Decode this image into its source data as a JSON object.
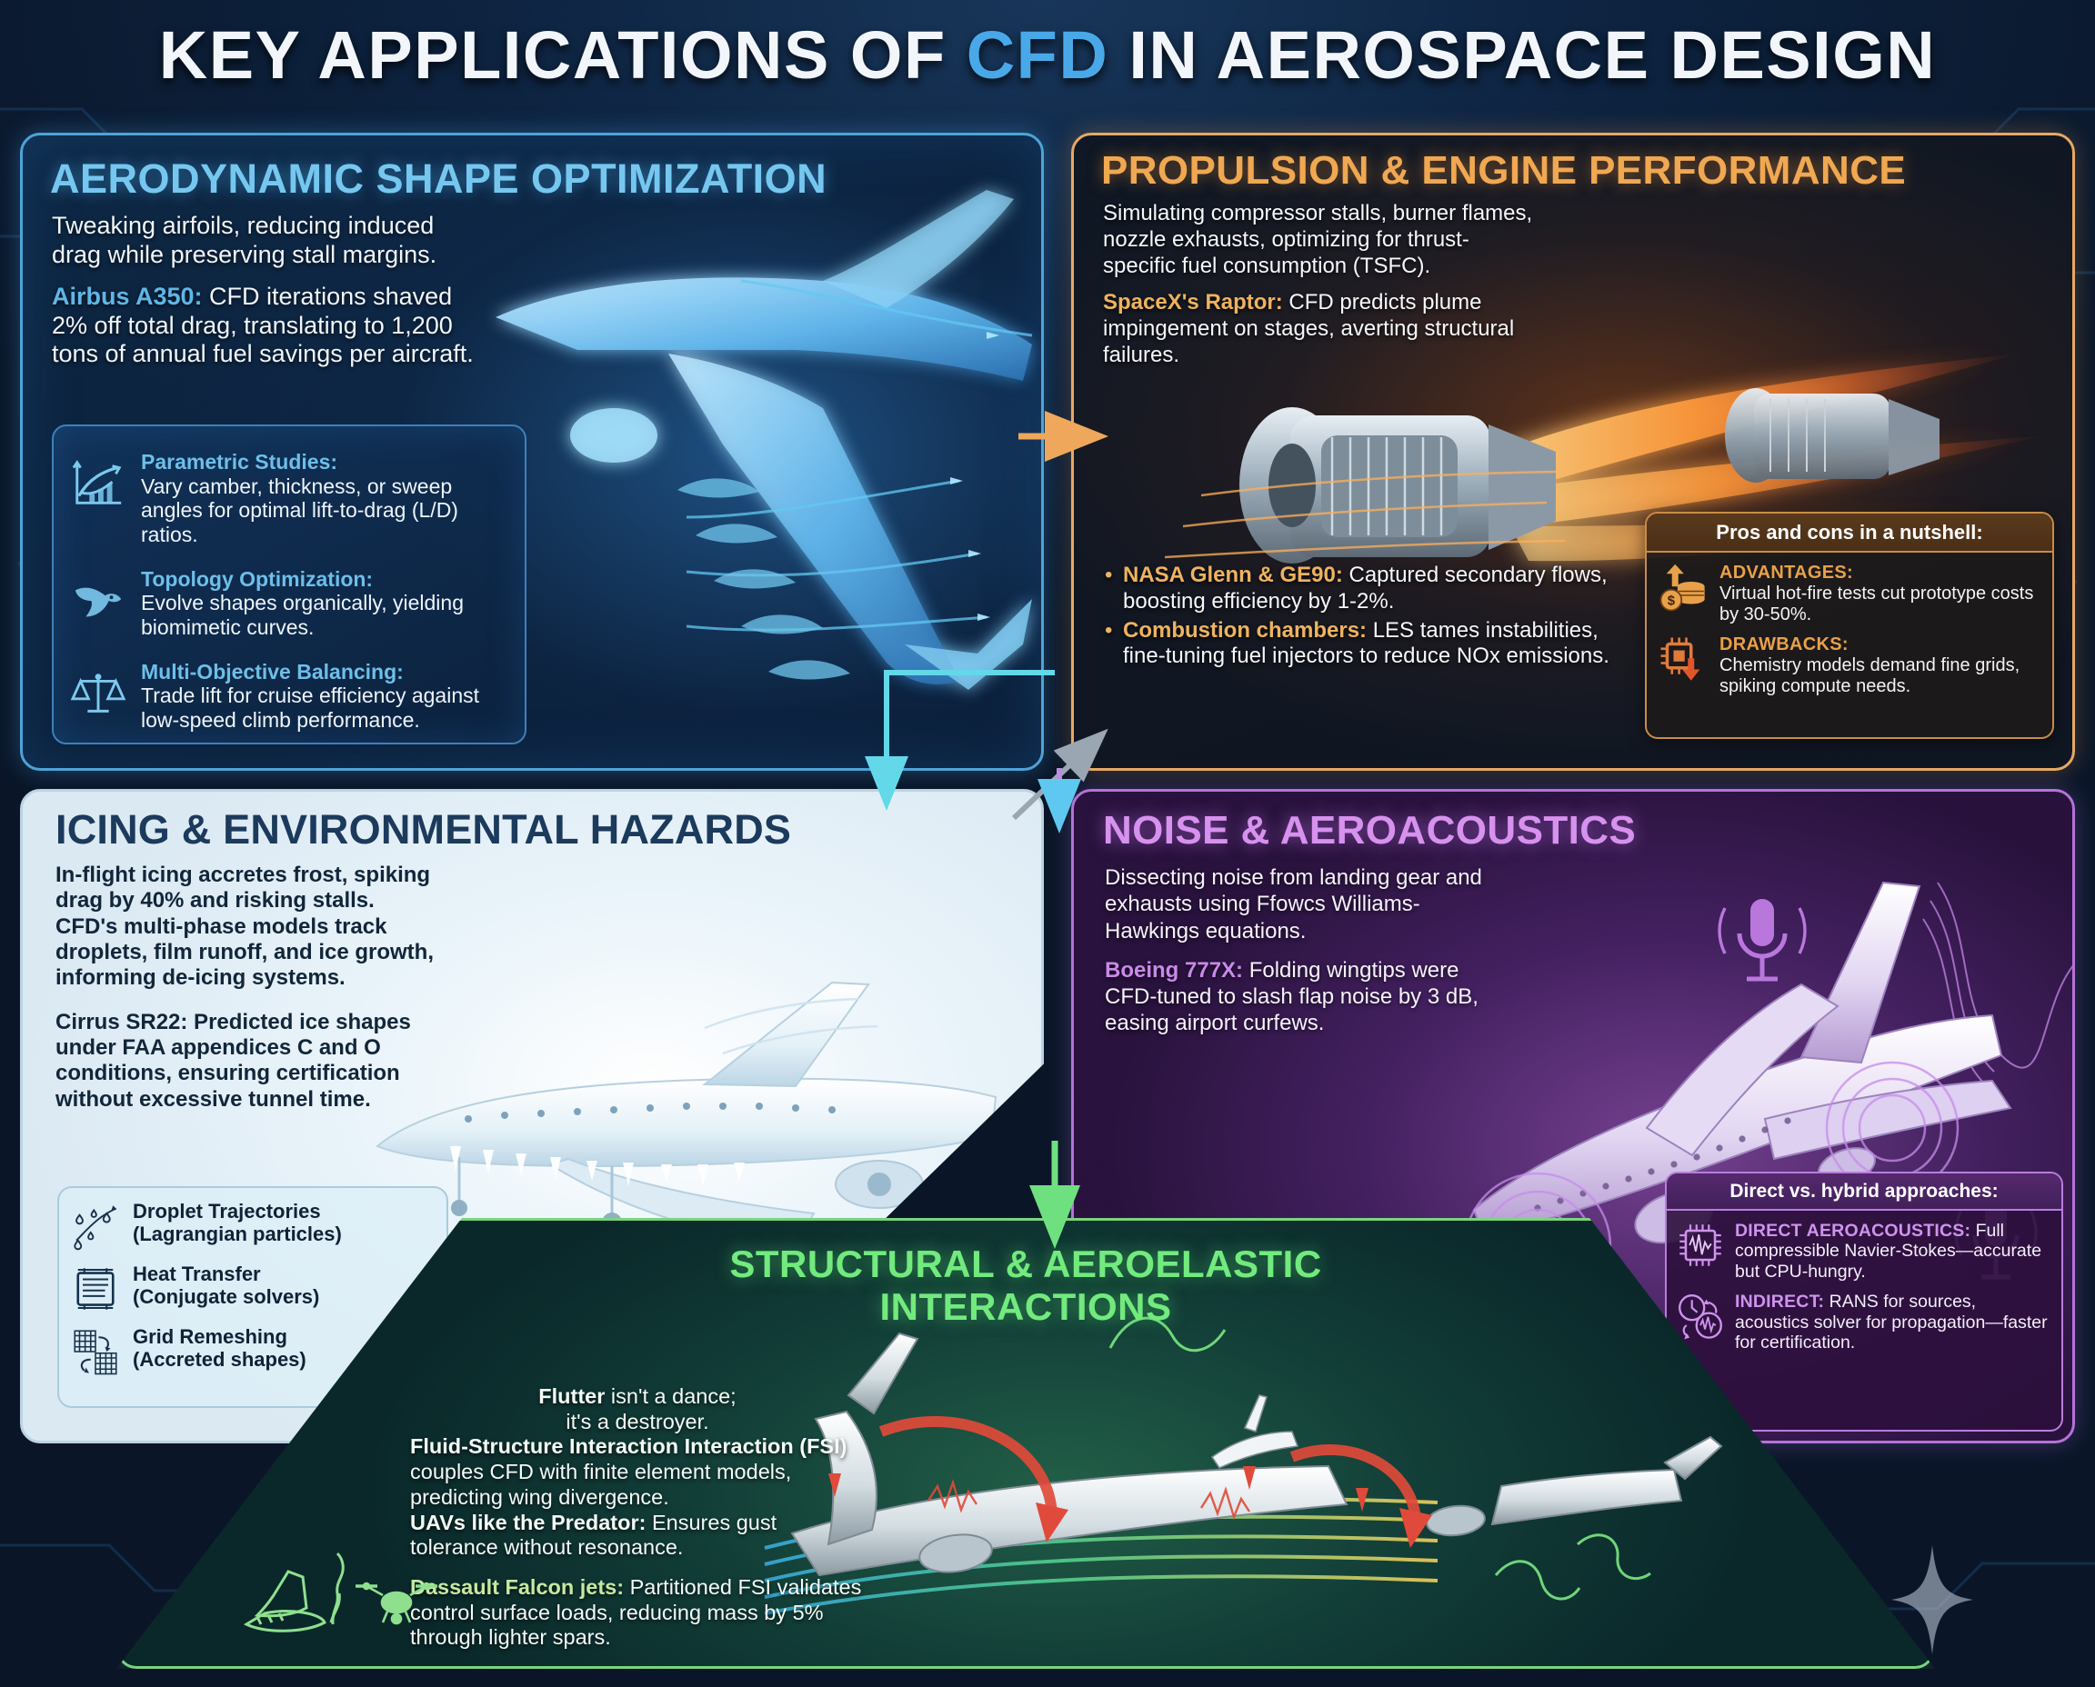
{
  "title": {
    "part1": "KEY APPLICATIONS OF ",
    "accent": "CFD",
    "part2": " IN AEROSPACE DESIGN",
    "accent_color": "#49a9e8"
  },
  "panels": {
    "aerodynamic": {
      "heading": "AERODYNAMIC SHAPE OPTIMIZATION",
      "heading_color": "#76c7f0",
      "intro": "Tweaking airfoils, reducing induced drag while preserving stall margins.",
      "example_lead": "Airbus A350:",
      "example_text": " CFD iterations shaved 2% off total drag, translating to 1,200 tons of annual fuel savings per aircraft.",
      "subitems": [
        {
          "icon": "growth-chart-icon",
          "label": "Parametric Studies:",
          "text": " Vary camber, thickness, or sweep angles for optimal lift-to-drag (L/D) ratios."
        },
        {
          "icon": "bird-icon",
          "label": "Topology Optimization:",
          "text": " Evolve shapes organically, yielding biomimetic curves."
        },
        {
          "icon": "scales-icon",
          "label": "Multi-Objective Balancing:",
          "text": " Trade lift for cruise efficiency against low-speed climb performance."
        }
      ]
    },
    "propulsion": {
      "heading": "PROPULSION & ENGINE PERFORMANCE",
      "heading_color": "#f0a851",
      "intro": "Simulating compressor stalls, burner flames, nozzle exhausts, optimizing for thrust-specific fuel consumption (TSFC).",
      "example_lead": "SpaceX's Raptor:",
      "example_text": " CFD predicts plume impingement on stages, averting structural failures.",
      "bullets": [
        {
          "label": "NASA Glenn & GE90:",
          "text": " Captured secondary flows, boosting efficiency by 1-2%."
        },
        {
          "label": "Combustion chambers:",
          "text": " LES tames instabilities, fine-tuning fuel injectors to reduce NOx emissions."
        }
      ],
      "card": {
        "title": "Pros and cons in a nutshell:",
        "rows": [
          {
            "icon": "money-up-icon",
            "label": "ADVANTAGES:",
            "text": "Virtual hot-fire tests cut prototype costs by 30-50%."
          },
          {
            "icon": "cpu-down-icon",
            "label": "DRAWBACKS:",
            "text": "Chemistry models demand fine grids, spiking compute needs."
          }
        ]
      }
    },
    "icing": {
      "heading": "ICING & ENVIRONMENTAL HAZARDS",
      "heading_color": "#1b3a5c",
      "intro": "In-flight icing accretes frost, spiking drag by 40% and risking stalls. CFD's multi-phase models track droplets, film runoff, and ice growth, informing de-icing systems.",
      "example_lead": "Cirrus SR22:",
      "example_text": " Predicted ice shapes under FAA appendices C and O conditions, ensuring certification without excessive tunnel time.",
      "subitems": [
        {
          "icon": "droplet-trajectory-icon",
          "label": "Droplet Trajectories",
          "sub": "(Lagrangian particles)"
        },
        {
          "icon": "heat-exchanger-icon",
          "label": "Heat Transfer",
          "sub": "(Conjugate solvers)"
        },
        {
          "icon": "grid-remesh-icon",
          "label": "Grid Remeshing",
          "sub": "(Accreted shapes)"
        }
      ]
    },
    "noise": {
      "heading": "NOISE & AEROACOUSTICS",
      "heading_color": "#d791ee",
      "intro": "Dissecting noise from landing gear and exhausts using Ffowcs Williams-Hawkings equations.",
      "example_lead": "Boeing 777X:",
      "example_text": " Folding wingtips were CFD-tuned to slash flap noise by 3 dB, easing airport curfews.",
      "card": {
        "title": "Direct vs. hybrid approaches:",
        "rows": [
          {
            "icon": "waveform-chip-icon",
            "label": "DIRECT AEROACOUSTICS:",
            "text": " Full compressible Navier-Stokes—accurate but CPU-hungry."
          },
          {
            "icon": "clock-waveform-icon",
            "label": "INDIRECT:",
            "text": " RANS for sources, acoustics solver for propagation—faster for certification."
          }
        ]
      }
    },
    "structural": {
      "heading_line1": "STRUCTURAL & AEROELASTIC",
      "heading_line2": "INTERACTIONS",
      "heading_color": "#72ea7e",
      "flutter_lead": "Flutter",
      "flutter_text": " isn't a dance;",
      "flutter_text2": "it's a destroyer.",
      "fsi_lead": "Fluid-Structure Interaction Interaction (FSI)",
      "fsi_text": " couples CFD with finite element models, predicting wing divergence.",
      "uav_lead": "UAVs like the Predator:",
      "uav_text": " Ensures gust tolerance without resonance.",
      "dassault_lead": "Dassault Falcon jets:",
      "dassault_text": " Partitioned FSI validates control surface loads, reducing mass by 5% through lighter spars.",
      "icons": [
        "winglet-icon",
        "drone-icon"
      ]
    }
  }
}
